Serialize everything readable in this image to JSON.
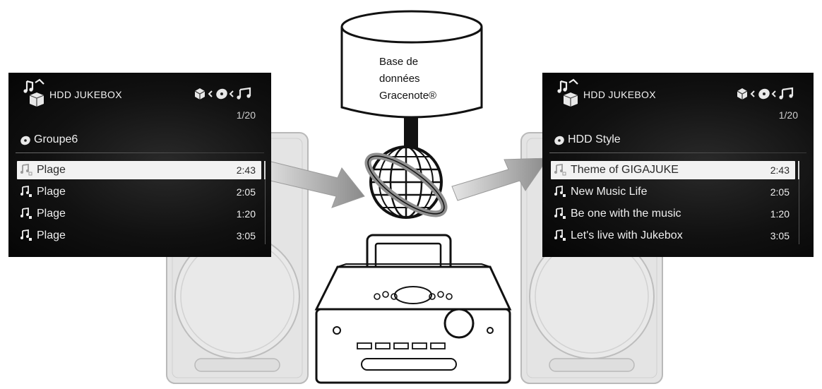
{
  "database": {
    "line1": "Base de",
    "line2": "données",
    "line3": "Gracenote®"
  },
  "left_screen": {
    "app_title": "HDD JUKEBOX",
    "page": "1/20",
    "group": "Groupe6",
    "tracks": [
      {
        "title": "Plage",
        "time": "2:43",
        "selected": true
      },
      {
        "title": "Plage",
        "time": "2:05",
        "selected": false
      },
      {
        "title": "Plage",
        "time": "1:20",
        "selected": false
      },
      {
        "title": "Plage",
        "time": "3:05",
        "selected": false
      }
    ]
  },
  "right_screen": {
    "app_title": "HDD JUKEBOX",
    "page": "1/20",
    "group": "HDD Style",
    "tracks": [
      {
        "title": "Theme of GIGAJUKE",
        "time": "2:43",
        "selected": true
      },
      {
        "title": "New Music Life",
        "time": "2:05",
        "selected": false
      },
      {
        "title": "Be one with the music",
        "time": "1:20",
        "selected": false
      },
      {
        "title": "Let's live with Jukebox",
        "time": "3:05",
        "selected": false
      }
    ]
  },
  "icons": {
    "app": "music-box-icon",
    "disc": "disc-icon",
    "mode": [
      "cube-icon",
      "disc-icon",
      "music-note-icon"
    ],
    "track": "track-note-icon",
    "globe": "globe-icon"
  },
  "colors": {
    "screen_bg": "#0d0d0d",
    "screen_text": "#e8e8e8",
    "selection": "#f2f2f2",
    "arrow": "#9a9a9a",
    "speaker": "#e4e4e4"
  }
}
